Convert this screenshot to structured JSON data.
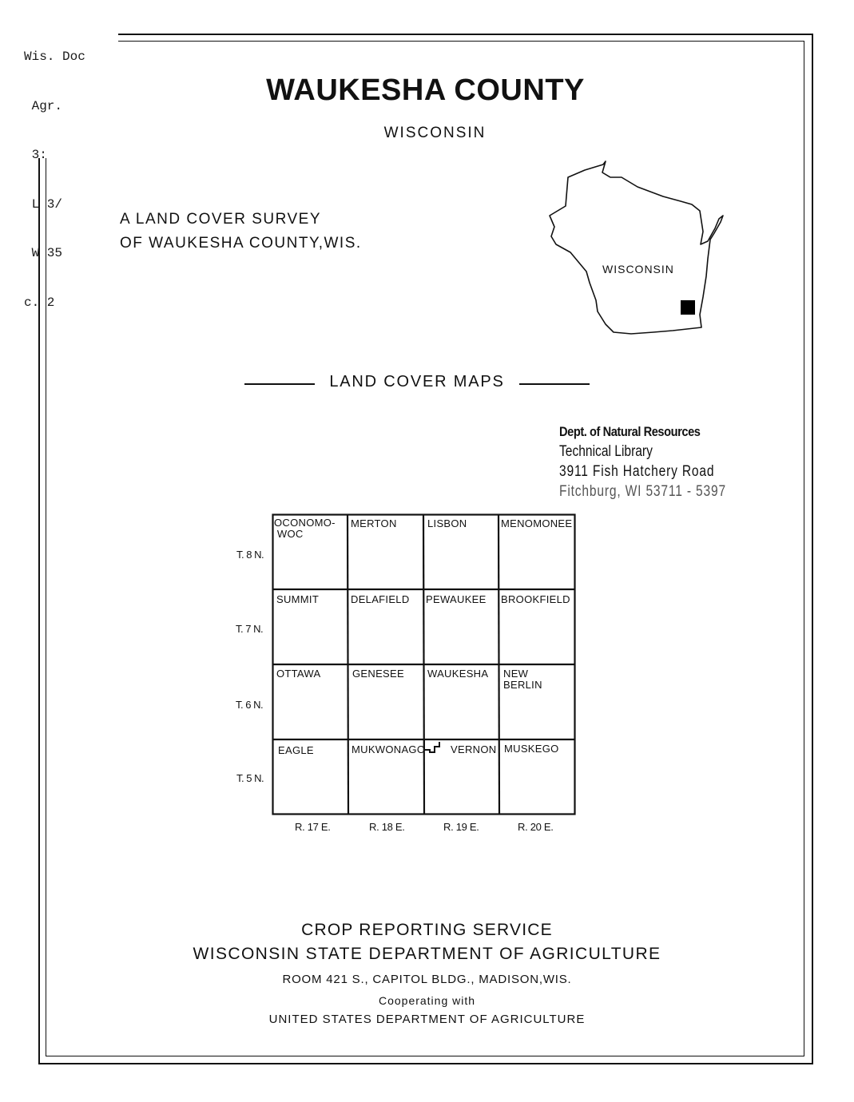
{
  "call_number": [
    "Wis. Doc",
    " Agr.",
    " 3:",
    " L 3/",
    " W 35",
    "c. 2"
  ],
  "title": "WAUKESHA COUNTY",
  "subtitle": "WISCONSIN",
  "survey_lines": [
    "A LAND COVER SURVEY",
    "OF WAUKESHA COUNTY,WIS."
  ],
  "locator_map": {
    "label": "WISCONSIN",
    "marker_color": "#000000"
  },
  "section_heading": "LAND COVER MAPS",
  "library_stamp": {
    "line1": "Dept. of Natural Resources",
    "line2": "Technical Library",
    "line3": "3911 Fish Hatchery Road",
    "line4": "Fitchburg, WI 53711 - 5397"
  },
  "township_grid": {
    "rows": [
      {
        "township": "T. 8 N.",
        "cells": [
          "OCONOMO-\n WOC",
          "MERTON",
          "LISBON",
          "MENOMONEE"
        ]
      },
      {
        "township": "T. 7 N.",
        "cells": [
          "SUMMIT",
          "DELAFIELD",
          "PEWAUKEE",
          "BROOKFIELD"
        ]
      },
      {
        "township": "T. 6 N.",
        "cells": [
          "OTTAWA",
          "GENESEE",
          "WAUKESHA",
          "NEW\nBERLIN"
        ]
      },
      {
        "township": "T. 5 N.",
        "cells": [
          "EAGLE",
          "MUKWONAGO",
          "VERNON",
          "MUSKEGO"
        ]
      }
    ],
    "ranges": [
      "R. 17 E.",
      "R. 18 E.",
      "R. 19 E.",
      "R. 20 E."
    ]
  },
  "footer": {
    "line1": "CROP REPORTING SERVICE",
    "line2": "WISCONSIN STATE DEPARTMENT OF AGRICULTURE",
    "line3": "ROOM 421 S., CAPITOL BLDG., MADISON,WIS.",
    "line4": "Cooperating with",
    "line5": "UNITED STATES DEPARTMENT OF AGRICULTURE"
  }
}
